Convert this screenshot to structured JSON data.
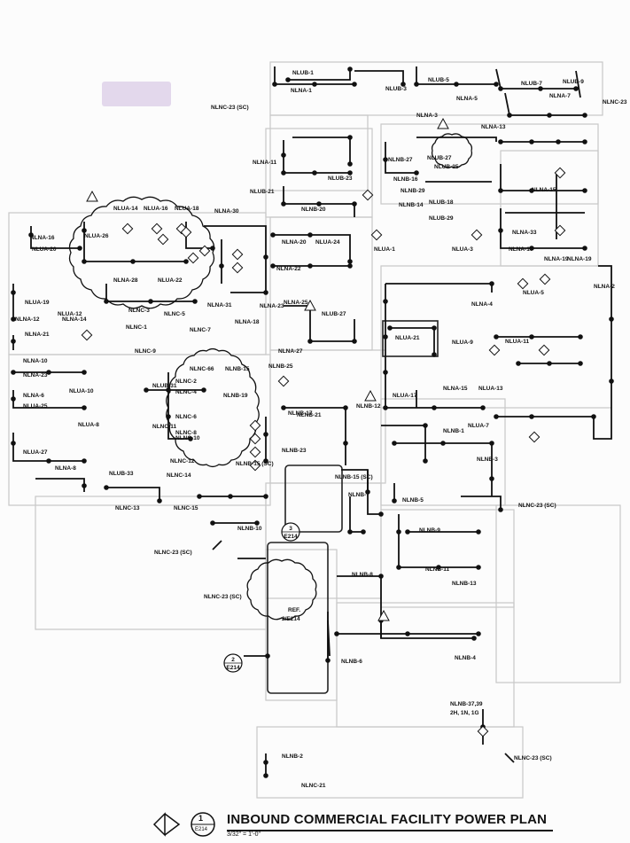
{
  "drawing": {
    "title": "INBOUND COMMERCIAL FACILITY POWER PLAN",
    "scale": "3/32\" = 1'-0\"",
    "detail_number": "1",
    "detail_sheet": "E214",
    "ref_note": "REF. 2/E214",
    "callout_upper": {
      "number": "3",
      "sheet": "E214"
    },
    "callout_lower": {
      "number": "2",
      "sheet": "E214"
    }
  },
  "circuit_labels": [
    "NLUB-1",
    "NLNA-1",
    "NLUB-3",
    "NLNA-3",
    "NLUB-5",
    "NLNA-5",
    "NLUB-7",
    "NLUB-9",
    "NLNA-7",
    "NLNC-23",
    "NLNC-23 (SC)",
    "NLNA-13",
    "NLNA-11",
    "NLNB-27",
    "NLUB-27",
    "NLUB-25",
    "NLNB-16",
    "NLUB-21",
    "NLUB-23",
    "NLNB-29",
    "NLNB-20",
    "NLNB-14",
    "NLUB-18",
    "NLUB-29",
    "NLNA-15",
    "NLUA-14",
    "NLUA-16",
    "NLUA-18",
    "NLNA-30",
    "NLNA-16",
    "NLUA-26",
    "NLUA-20",
    "NLNA-20",
    "NLUA-24",
    "NLUA-1",
    "NLUA-3",
    "NLNA-33",
    "NLNA-17",
    "NLNA-19",
    "NLNA-22",
    "NLNA-28",
    "NLUA-22",
    "NLNA-2",
    "NLUA-5",
    "NLNA-19",
    "NLUA-19",
    "NLUA-12",
    "NLNC-3",
    "NLNC-5",
    "NLNA-31",
    "NLNA-25",
    "NLNA-23",
    "NLNA-12",
    "NLNA-14",
    "NLNC-1",
    "NLNC-7",
    "NLNA-18",
    "NLUB-27",
    "NLNA-4",
    "NLUA-21",
    "NLNA-21",
    "NLUA-9",
    "NLUA-11",
    "NLNA-27",
    "NLNC-9",
    "NLNC-66",
    "NLNB-15",
    "NLNA-10",
    "NLNA-23",
    "NLNC-2",
    "NLUB-31",
    "NLNC-4",
    "NLNB-19",
    "NLNB-25",
    "NLNA-6",
    "NLUA-10",
    "NLUA-25",
    "NLNC-6",
    "NLNC-11",
    "NLNC-10",
    "NLUA-17",
    "NLNA-15",
    "NLUA-13",
    "NLNB-17",
    "NLNB-21",
    "NLNB-12",
    "NLUA-8",
    "NLNC-8",
    "NLUA-7",
    "NLNB-1",
    "NLUA-27",
    "NLNA-8",
    "NLNC-12",
    "NLNB-23",
    "NLNB-3",
    "NLUB-33",
    "NLNC-14",
    "NLNB-15 (SC)",
    "NLNB-15 (SC)",
    "NLNB-7",
    "NLNB-5",
    "NLNC-13",
    "NLNC-15",
    "NLNB-10",
    "NLNB-9",
    "NLNB-11",
    "NLNB-8",
    "NLNB-13",
    "NLNC-23 (SC)",
    "NLNB-6",
    "NLNB-4",
    "NLNB-37,39",
    "2H, 1N, 1G",
    "NLNB-2",
    "NLNC-21",
    "NLNC-23 (SC)",
    "NLNC-23 (SC)",
    "NLNC-23 (SC)"
  ]
}
